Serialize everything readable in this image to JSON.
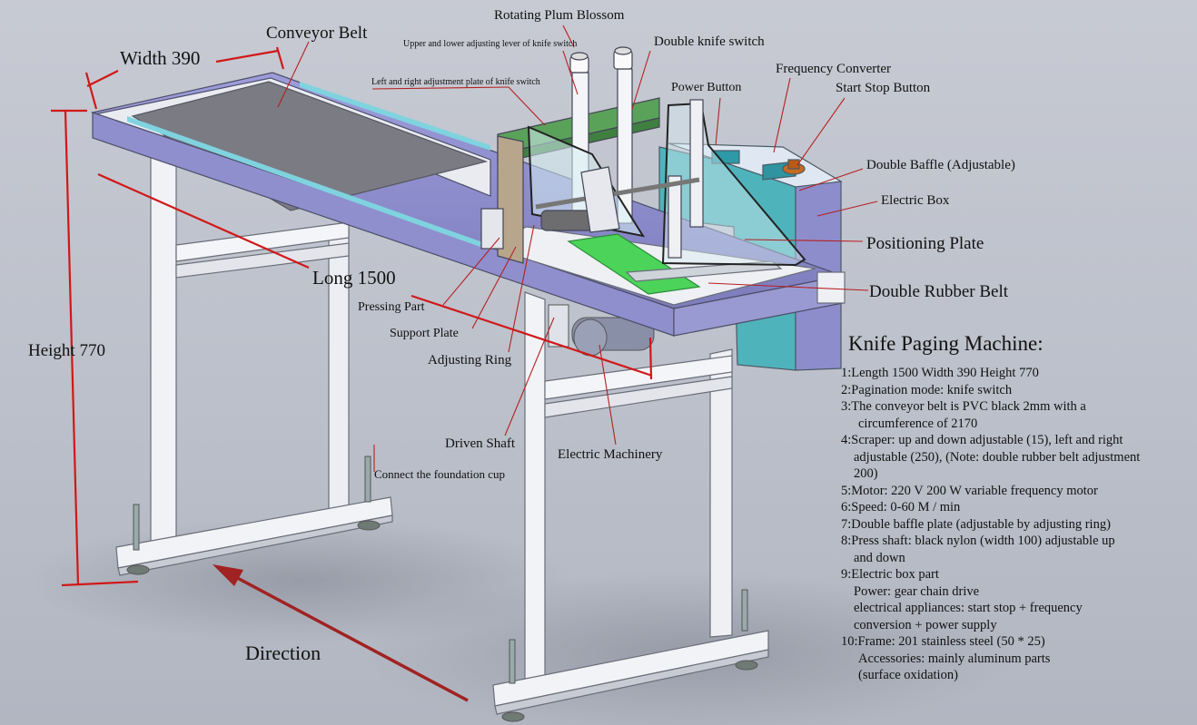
{
  "labels": {
    "conveyor_belt": "Conveyor Belt",
    "width": "Width 390",
    "rotating_plum_blossom": "Rotating Plum Blossom",
    "upper_lower_lever": "Upper and lower adjusting lever of knife switch",
    "double_knife_switch": "Double knife switch",
    "left_right_plate": "Left and right adjustment plate of knife switch",
    "frequency_converter": "Frequency Converter",
    "power_button": "Power Button",
    "start_stop_button": "Start Stop Button",
    "double_baffle": "Double Baffle (Adjustable)",
    "electric_box": "Electric Box",
    "positioning_plate": "Positioning Plate",
    "double_rubber_belt": "Double Rubber Belt",
    "long": "Long 1500",
    "pressing_part": "Pressing Part",
    "support_plate": "Support Plate",
    "adjusting_ring": "Adjusting Ring",
    "height": "Height 770",
    "driven_shaft": "Driven Shaft",
    "electric_machinery": "Electric Machinery",
    "foundation_cup": "Connect the foundation cup",
    "direction": "Direction"
  },
  "specs": {
    "title": "Knife Paging Machine:",
    "lines": [
      "1:Length 1500 Width 390 Height 770",
      "2:Pagination mode: knife switch",
      "3:The conveyor belt is PVC black 2mm with a",
      "circumference of 2170",
      "4:Scraper: up and down adjustable (15), left and right",
      "adjustable (250), (Note: double rubber belt adjustment",
      "200)",
      "5:Motor: 220 V 200 W variable frequency motor",
      "6:Speed: 0-60 M / min",
      "7:Double baffle plate (adjustable by adjusting ring)",
      "8:Press shaft: black nylon (width 100) adjustable up",
      "and down",
      "9:Electric box part",
      "Power: gear chain drive",
      "electrical appliances: start stop + frequency",
      "conversion + power supply",
      "10:Frame: 201 stainless steel (50 * 25)",
      "Accessories: mainly aluminum parts",
      "(surface oxidation)"
    ]
  },
  "colors": {
    "background": "#bfc3ce",
    "dimension_lines": "#d01818",
    "leader_lines": "#b52020",
    "frame": "#f2f3f7",
    "side_rail": "#8f8fce",
    "belt": "#7b7b84",
    "electric_box": "#4fb3bb",
    "knife_plate": "#5aa25a",
    "start_stop_button": "#c86a20"
  }
}
